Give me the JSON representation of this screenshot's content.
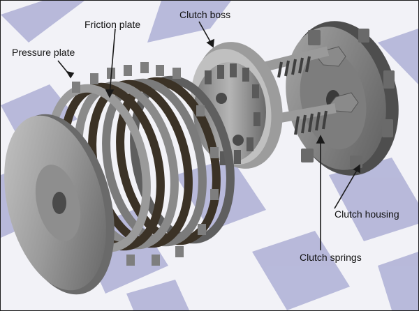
{
  "diagram": {
    "labels": {
      "pressure_plate": "Pressure plate",
      "friction_plate": "Friction plate",
      "clutch_boss": "Clutch boss",
      "clutch_housing": "Clutch housing",
      "clutch_springs": "Clutch springs"
    },
    "colors": {
      "floor_light": "#f2f2f7",
      "floor_tile": "#aeb0d6",
      "metal": "#8c8c8c",
      "metal_light": "#b8b8b8",
      "metal_dark": "#5a5a5a",
      "friction_lining": "#3b3226",
      "spring": "#4a4a4a",
      "leader_line": "#1a1a1a"
    }
  }
}
